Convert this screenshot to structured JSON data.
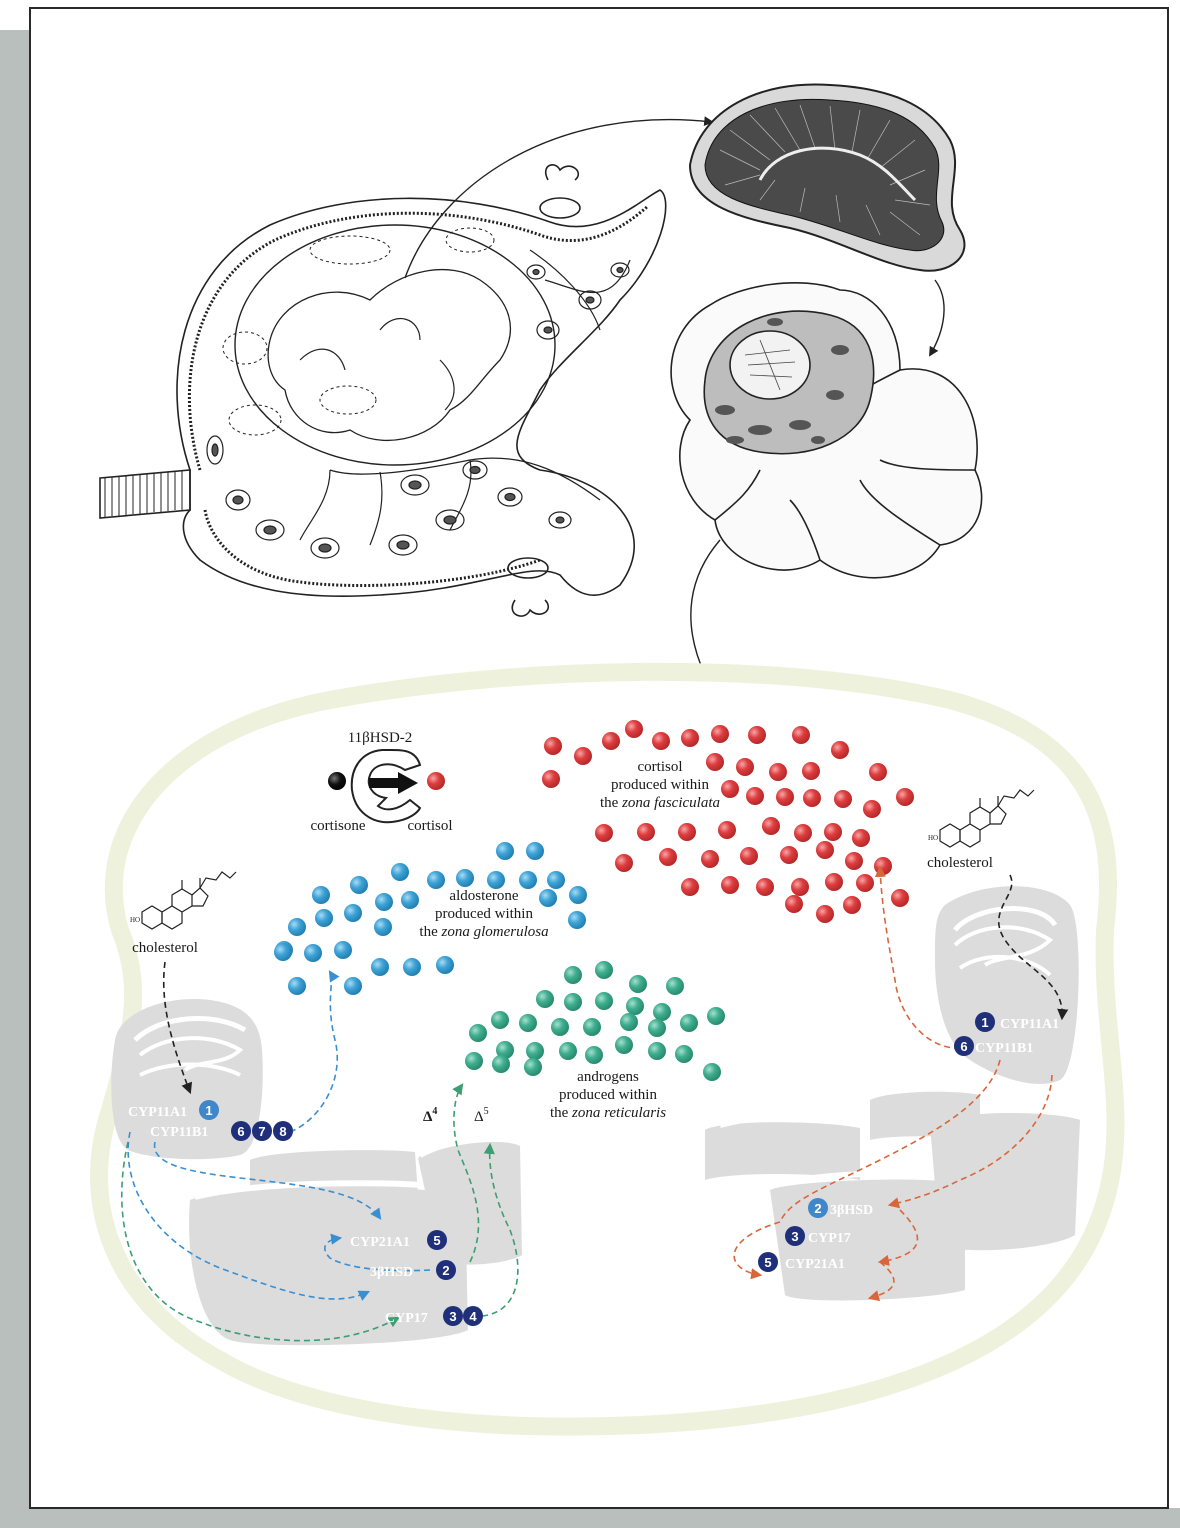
{
  "colors": {
    "frame_shadow": "#b9bfbd",
    "aldosterone": "#3ea3d6",
    "cortisol": "#dd3b3c",
    "androgen": "#3fae8f",
    "enzyme_light": "#3f87c9",
    "enzyme_dark": "#1f2f7a",
    "organelle": "#dedede",
    "cell_outline": "#eef2dc",
    "arrow_blue": "#3a8fd0",
    "arrow_green": "#3e9d72",
    "arrow_red": "#d9663a",
    "arrow_black": "#222222"
  },
  "enzyme_legend": {
    "title": "11βHSD-2",
    "left_label": "cortisone",
    "right_label": "cortisol"
  },
  "clusters": {
    "cortisol": {
      "line1": "cortisol",
      "line2": "produced within",
      "line3_prefix": "the",
      "line3_zone": "zona fasciculata"
    },
    "aldosterone": {
      "line1": "aldosterone",
      "line2": "produced within",
      "line3_prefix": "the",
      "line3_zone": "zona glomerulosa"
    },
    "androgens": {
      "line1": "androgens",
      "line2": "produced within",
      "line3_prefix": "the",
      "line3_zone": "zona reticularis"
    }
  },
  "precursor": {
    "left": "cholesterol",
    "right": "cholesterol",
    "ho": "HO"
  },
  "delta": {
    "d4": "Δ",
    "d4_sup": "4",
    "d5": "Δ",
    "d5_sup": "5"
  },
  "left_cell": {
    "mito_enzyme_1": "CYP11A1",
    "mito_enzyme_2": "CYP11B1",
    "mito_badges_1": [
      "1"
    ],
    "mito_badges_2": [
      "6",
      "7",
      "8"
    ],
    "er_enzyme_1": "CYP21A1",
    "er_enzyme_2": "3βHSD",
    "er_enzyme_3": "CYP17",
    "er_badges_1": [
      "5"
    ],
    "er_badges_2": [
      "2"
    ],
    "er_badges_3": [
      "3",
      "4"
    ]
  },
  "right_cell": {
    "mito_enzyme_1": "CYP11A1",
    "mito_enzyme_2": "CYP11B1",
    "mito_badges_1": [
      "1"
    ],
    "mito_badges_2": [
      "6"
    ],
    "er_enzyme_1": "3βHSD",
    "er_enzyme_2": "CYP17",
    "er_enzyme_3": "CYP21A1",
    "er_badges_1": [
      "2"
    ],
    "er_badges_2": [
      "3"
    ],
    "er_badges_3": [
      "5"
    ]
  },
  "icons": {
    "fetus": "fetus-in-uterus-icon",
    "adrenal": "adrenal-gland-section-icon",
    "cell": "adrenal-cell-icon",
    "steroid": "steroid-structure-icon",
    "mitochondrion": "mitochondrion-icon",
    "er": "endoplasmic-reticulum-icon"
  }
}
